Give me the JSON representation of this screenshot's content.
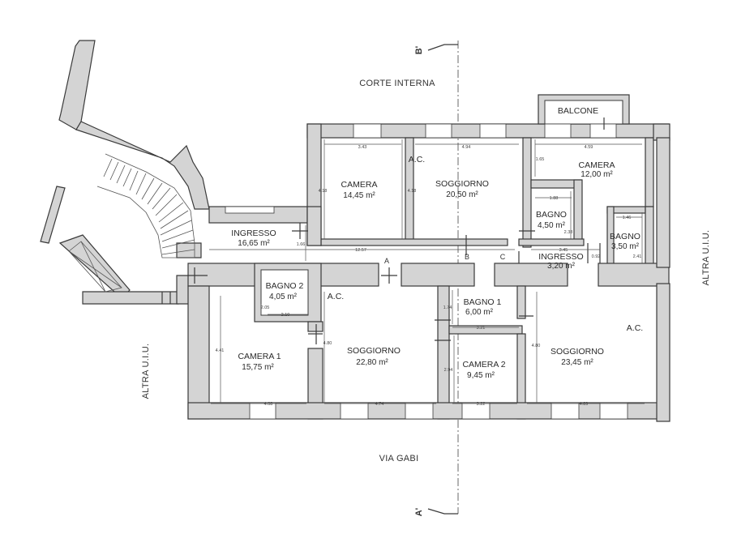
{
  "labels": {
    "courtyard": "CORTE INTERNA",
    "street": "VIA GABI",
    "other_unit_left": "ALTRA U.I.U.",
    "other_unit_right": "ALTRA U.I.U.",
    "balcony": "BALCONE",
    "section_top": "B'",
    "section_bottom": "A'",
    "point_a": "A",
    "point_b": "B",
    "point_c": "C",
    "ac_1": "A.C.",
    "ac_2": "A.C.",
    "ac_3": "A.C."
  },
  "rooms": {
    "camera_top": {
      "name": "CAMERA",
      "area": "14,45 m²"
    },
    "soggiorno_top": {
      "name": "SOGGIORNO",
      "area": "20,50 m²"
    },
    "camera_right": {
      "name": "CAMERA",
      "area": "12,00 m²"
    },
    "bagno_top": {
      "name": "BAGNO",
      "area": "4,50 m²"
    },
    "bagno_right": {
      "name": "BAGNO",
      "area": "3,50 m²"
    },
    "ingresso_left": {
      "name": "INGRESSO",
      "area": "16,65 m²"
    },
    "ingresso_right": {
      "name": "INGRESSO",
      "area": "3,20 m²"
    },
    "bagno_2": {
      "name": "BAGNO 2",
      "area": "4,05 m²"
    },
    "bagno_1": {
      "name": "BAGNO 1",
      "area": "6,00 m²"
    },
    "camera_1": {
      "name": "CAMERA 1",
      "area": "15,75 m²"
    },
    "soggiorno_mid": {
      "name": "SOGGIORNO",
      "area": "22,80 m²"
    },
    "camera_2": {
      "name": "CAMERA 2",
      "area": "9,45 m²"
    },
    "soggiorno_right": {
      "name": "SOGGIORNO",
      "area": "23,45 m²"
    }
  },
  "dimensions": {
    "d343": "3.43",
    "d494": "4.94",
    "d459": "4.59",
    "d165": "1.65",
    "d418a": "4.18",
    "d418b": "4.18",
    "d188": "1.88",
    "d238": "2.38",
    "d146": "1.46",
    "d241": "2.41",
    "d166": "1.66",
    "d1257": "12.57",
    "d345": "3.45",
    "d092": "0.92",
    "d205": "2.05",
    "d210": "2.10",
    "d174": "1.74",
    "d321": "3.21",
    "d441": "4.41",
    "d480a": "4.80",
    "d294": "2.94",
    "d480b": "4.80",
    "d408": "4.08",
    "d474": "4.74",
    "d322": "3.22",
    "d489": "4.89"
  }
}
